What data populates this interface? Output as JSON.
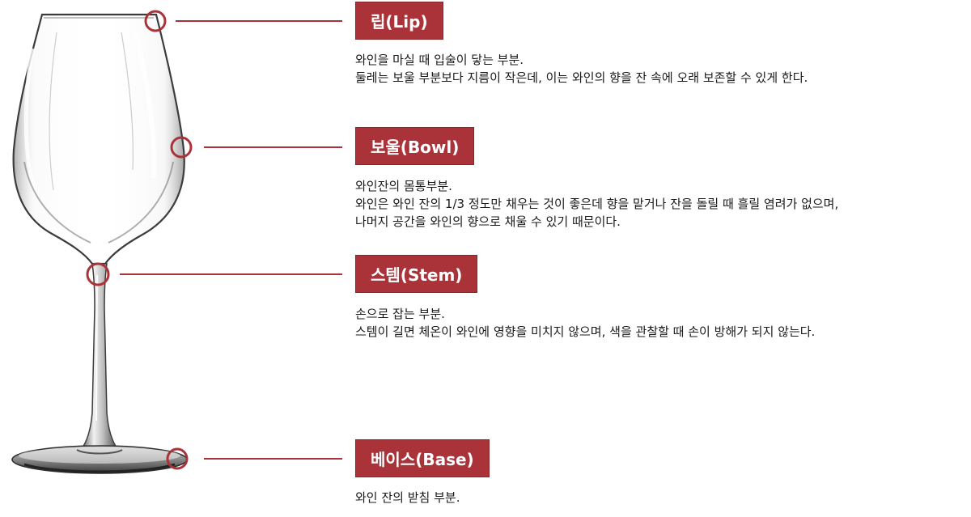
{
  "parts": [
    {
      "id": "lip",
      "title": "립(Lip)",
      "lines": [
        "와인을 마실 때 입술이 닿는 부분.",
        "둘레는 보울 부분보다 지름이 작은데, 이는 와인의 향을 잔 속에 오래 보존할 수 있게 한다."
      ]
    },
    {
      "id": "bowl",
      "title": "보울(Bowl)",
      "lines": [
        "와인잔의 몸통부분.",
        "와인은 와인 잔의 1/3 정도만 채우는 것이 좋은데 향을 맡거나 잔을 돌릴 때 흘릴 염려가 없으며,",
        "나머지 공간을 와인의 향으로 채울 수 있기 때문이다."
      ]
    },
    {
      "id": "stem",
      "title": "스템(Stem)",
      "lines": [
        "손으로 잡는 부분.",
        "스템이 길면 체온이 와인에 영향을 미치지 않으며, 색을 관찰할 때 손이 방해가 되지 않는다."
      ]
    },
    {
      "id": "base",
      "title": "베이스(Base)",
      "lines": [
        "와인 잔의 받침 부분."
      ]
    }
  ],
  "colors": {
    "accent": "#a93339",
    "badge_text": "#ffffff",
    "text": "#1a1a1a"
  }
}
